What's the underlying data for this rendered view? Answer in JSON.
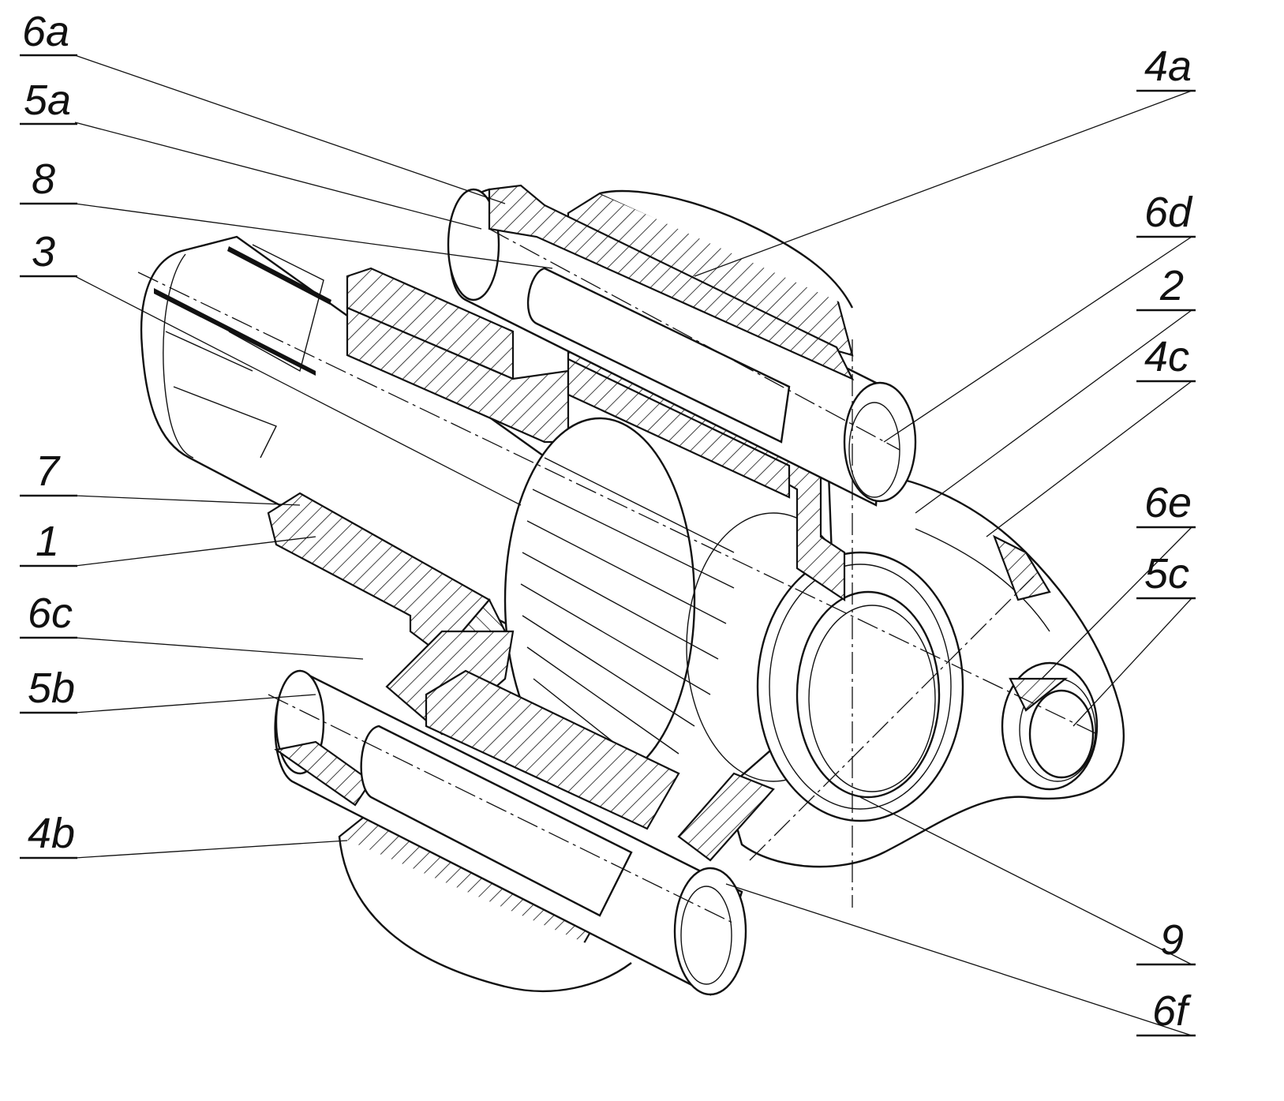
{
  "callouts": [
    {
      "id": "6a",
      "text": "6a"
    },
    {
      "id": "5a",
      "text": "5a"
    },
    {
      "id": "8",
      "text": "8"
    },
    {
      "id": "3",
      "text": "3"
    },
    {
      "id": "7",
      "text": "7"
    },
    {
      "id": "1",
      "text": "1"
    },
    {
      "id": "6c",
      "text": "6c"
    },
    {
      "id": "5b",
      "text": "5b"
    },
    {
      "id": "4b",
      "text": "4b"
    },
    {
      "id": "4a",
      "text": "4a"
    },
    {
      "id": "6d",
      "text": "6d"
    },
    {
      "id": "2",
      "text": "2"
    },
    {
      "id": "4c",
      "text": "4c"
    },
    {
      "id": "6e",
      "text": "6e"
    },
    {
      "id": "5c",
      "text": "5c"
    },
    {
      "id": "9",
      "text": "9"
    },
    {
      "id": "6f",
      "text": "6f"
    }
  ]
}
